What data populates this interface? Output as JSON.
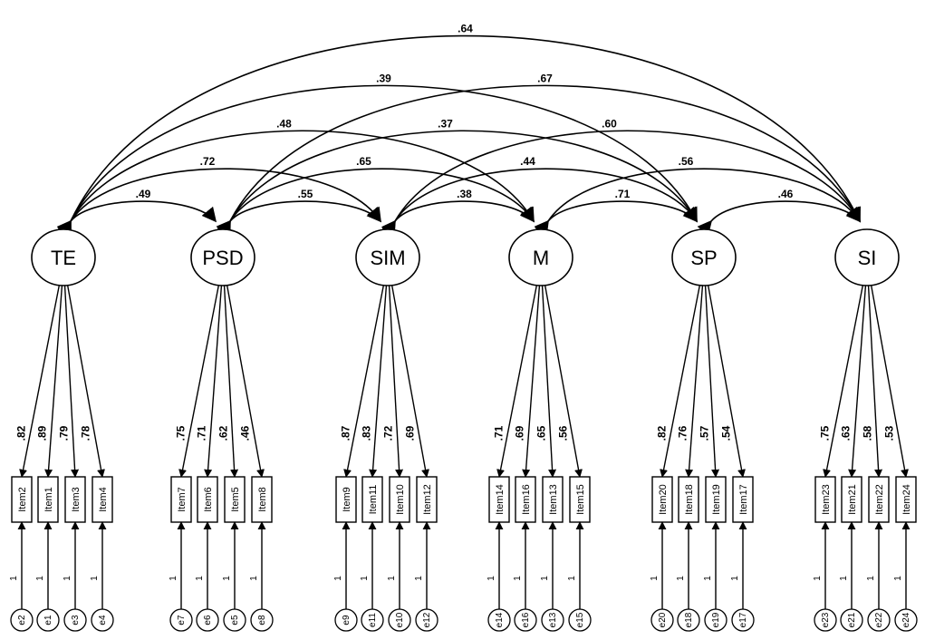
{
  "latents": [
    {
      "id": "TE",
      "label": "TE",
      "indicators": [
        {
          "item": "Item2",
          "loading": ".82",
          "error": "e2",
          "fixed": "1"
        },
        {
          "item": "Item1",
          "loading": ".89",
          "error": "e1",
          "fixed": "1"
        },
        {
          "item": "Item3",
          "loading": ".79",
          "error": "e3",
          "fixed": "1"
        },
        {
          "item": "Item4",
          "loading": ".78",
          "error": "e4",
          "fixed": "1"
        }
      ]
    },
    {
      "id": "PSD",
      "label": "PSD",
      "indicators": [
        {
          "item": "Item7",
          "loading": ".75",
          "error": "e7",
          "fixed": "1"
        },
        {
          "item": "Item6",
          "loading": ".71",
          "error": "e6",
          "fixed": "1"
        },
        {
          "item": "Item5",
          "loading": ".62",
          "error": "e5",
          "fixed": "1"
        },
        {
          "item": "Item8",
          "loading": ".46",
          "error": "e8",
          "fixed": "1"
        }
      ]
    },
    {
      "id": "SIM",
      "label": "SIM",
      "indicators": [
        {
          "item": "Item9",
          "loading": ".87",
          "error": "e9",
          "fixed": "1"
        },
        {
          "item": "Item11",
          "loading": ".83",
          "error": "e11",
          "fixed": "1"
        },
        {
          "item": "Item10",
          "loading": ".72",
          "error": "e10",
          "fixed": "1"
        },
        {
          "item": "Item12",
          "loading": ".69",
          "error": "e12",
          "fixed": "1"
        }
      ]
    },
    {
      "id": "M",
      "label": "M",
      "indicators": [
        {
          "item": "Item14",
          "loading": ".71",
          "error": "e14",
          "fixed": "1"
        },
        {
          "item": "Item16",
          "loading": ".69",
          "error": "e16",
          "fixed": "1"
        },
        {
          "item": "Item13",
          "loading": ".65",
          "error": "e13",
          "fixed": "1"
        },
        {
          "item": "Item15",
          "loading": ".56",
          "error": "e15",
          "fixed": "1"
        }
      ]
    },
    {
      "id": "SP",
      "label": "SP",
      "indicators": [
        {
          "item": "Item20",
          "loading": ".82",
          "error": "e20",
          "fixed": "1"
        },
        {
          "item": "Item18",
          "loading": ".76",
          "error": "e18",
          "fixed": "1"
        },
        {
          "item": "Item19",
          "loading": ".57",
          "error": "e19",
          "fixed": "1"
        },
        {
          "item": "Item17",
          "loading": ".54",
          "error": "e17",
          "fixed": "1"
        }
      ]
    },
    {
      "id": "SI",
      "label": "SI",
      "indicators": [
        {
          "item": "Item23",
          "loading": ".75",
          "error": "e23",
          "fixed": "1"
        },
        {
          "item": "Item21",
          "loading": ".63",
          "error": "e21",
          "fixed": "1"
        },
        {
          "item": "Item22",
          "loading": ".58",
          "error": "e22",
          "fixed": "1"
        },
        {
          "item": "Item24",
          "loading": ".53",
          "error": "e24",
          "fixed": "1"
        }
      ]
    }
  ],
  "covariances": [
    {
      "from": "TE",
      "to": "PSD",
      "value": ".49"
    },
    {
      "from": "TE",
      "to": "SIM",
      "value": ".72"
    },
    {
      "from": "TE",
      "to": "M",
      "value": ".48"
    },
    {
      "from": "TE",
      "to": "SP",
      "value": ".39"
    },
    {
      "from": "TE",
      "to": "SI",
      "value": ".64"
    },
    {
      "from": "PSD",
      "to": "SIM",
      "value": ".55"
    },
    {
      "from": "PSD",
      "to": "M",
      "value": ".65"
    },
    {
      "from": "PSD",
      "to": "SP",
      "value": ".37"
    },
    {
      "from": "PSD",
      "to": "SI",
      "value": ".67"
    },
    {
      "from": "SIM",
      "to": "M",
      "value": ".38"
    },
    {
      "from": "SIM",
      "to": "SP",
      "value": ".44"
    },
    {
      "from": "SIM",
      "to": "SI",
      "value": ".60"
    },
    {
      "from": "M",
      "to": "SP",
      "value": ".71"
    },
    {
      "from": "M",
      "to": "SI",
      "value": ".56"
    },
    {
      "from": "SP",
      "to": "SI",
      "value": ".46"
    }
  ]
}
